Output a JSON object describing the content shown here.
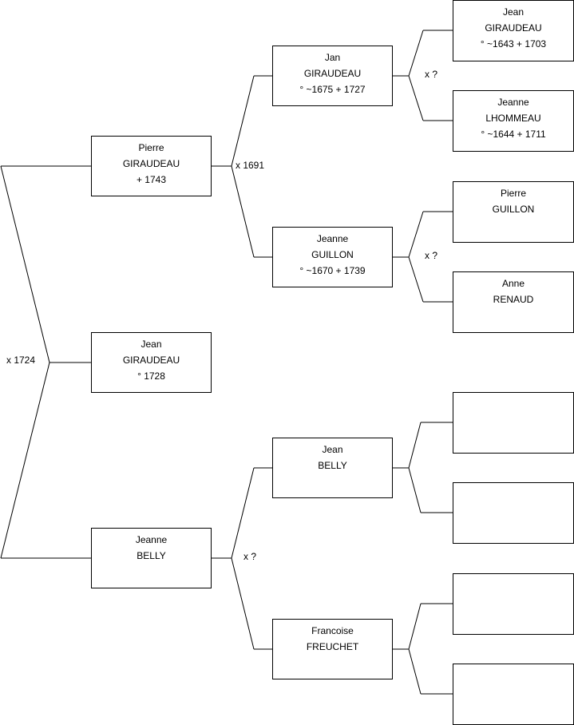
{
  "persons": {
    "child": {
      "given": "Jean",
      "surname": "GIRAUDEAU",
      "dates": "° 1728"
    },
    "father": {
      "given": "Pierre",
      "surname": "GIRAUDEAU",
      "dates": "+ 1743"
    },
    "mother": {
      "given": "Jeanne",
      "surname": "BELLY",
      "dates": ""
    },
    "ff": {
      "given": "Jan",
      "surname": "GIRAUDEAU",
      "dates": "° ~1675 + 1727"
    },
    "fm": {
      "given": "Jeanne",
      "surname": "GUILLON",
      "dates": "° ~1670 + 1739"
    },
    "mf": {
      "given": "Jean",
      "surname": "BELLY",
      "dates": ""
    },
    "mm": {
      "given": "Francoise",
      "surname": "FREUCHET",
      "dates": ""
    },
    "fff": {
      "given": "Jean",
      "surname": "GIRAUDEAU",
      "dates": "° ~1643 + 1703"
    },
    "ffm": {
      "given": "Jeanne",
      "surname": "LHOMMEAU",
      "dates": "° ~1644 + 1711"
    },
    "fmf": {
      "given": "Pierre",
      "surname": "GUILLON",
      "dates": ""
    },
    "fmm": {
      "given": "Anne",
      "surname": "RENAUD",
      "dates": ""
    },
    "mff": {
      "given": "",
      "surname": "",
      "dates": ""
    },
    "mfm": {
      "given": "",
      "surname": "",
      "dates": ""
    },
    "mmf": {
      "given": "",
      "surname": "",
      "dates": ""
    },
    "mmm": {
      "given": "",
      "surname": "",
      "dates": ""
    }
  },
  "marriages": {
    "parents": "x 1724",
    "f_parents": "x 1691",
    "m_parents": "x ?",
    "ff_parents": "x ?",
    "fm_parents": "x ?"
  }
}
